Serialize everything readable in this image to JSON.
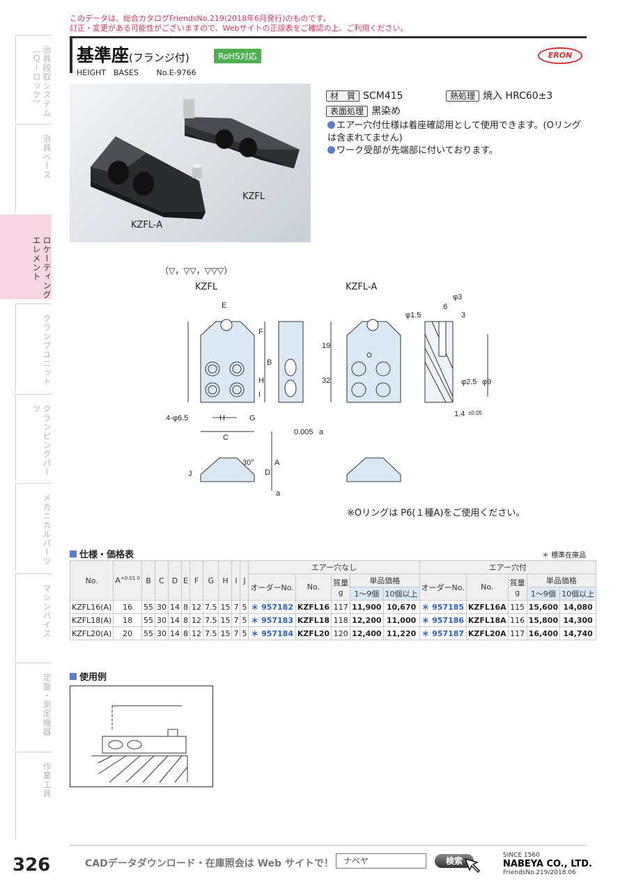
{
  "notice": {
    "line1": "このデータは、総合カタログFriendsNo.219(2018年6月発行)のものです。",
    "line2": "訂正・変更がある可能性がございますので、Webサイトの正誤表をご確認の上、ご利用ください。"
  },
  "sidenav": [
    {
      "label": "治具段取システム（Ｑ－ロック）",
      "active": false
    },
    {
      "label": "治具ベース",
      "active": false
    },
    {
      "label": "ロケーティングエレメント",
      "active": true
    },
    {
      "label": "クランプユニット",
      "active": false
    },
    {
      "label": "クランピングパーツ",
      "active": false
    },
    {
      "label": "メカニカルパーツ",
      "active": false
    },
    {
      "label": "マシンバイス",
      "active": false
    },
    {
      "label": "定盤・測定機器",
      "active": false
    },
    {
      "label": "作業工具",
      "active": false
    }
  ],
  "header": {
    "title": "基準座",
    "title_suffix": "(フランジ付)",
    "rohs": "RoHS対応",
    "subtitle_en": "HEIGHT　BASES",
    "model_no": "No.E-9766",
    "logo": "ERON"
  },
  "photo": {
    "label_a": "KZFL-A",
    "label_b": "KZFL"
  },
  "specs": {
    "material_tag": "材　質",
    "material": "SCM415",
    "heat_tag": "熱処理",
    "heat": "焼入 HRC60±3",
    "surface_tag": "表面処理",
    "surface": "黒染め",
    "bullets": [
      "エアー穴付仕様は着座確認用として使用できます。(Oリングは含まれてません)",
      "ワーク受部が先端部に付いております。"
    ]
  },
  "drawing": {
    "finish": "（▽，▽▽，▽▽▽）",
    "label_kzfl": "KZFL",
    "label_kzfla": "KZFL-A",
    "dims": [
      "E",
      "F",
      "B",
      "H",
      "I",
      "4-φ6.5",
      "H",
      "G",
      "C",
      "A",
      "D",
      "J",
      "30°",
      "19",
      "32",
      "φ3",
      "6",
      "3",
      "φ1.5",
      "φ2.5",
      "φ9",
      "1.4",
      "±0.05",
      "0.005",
      "a",
      "a"
    ],
    "note": "※Oリングは P6(１種A)をご使用ください。"
  },
  "table": {
    "heading": "仕様・価格表",
    "stock_note": "＊ 標準在庫品",
    "group_no_air": "エアー穴なし",
    "group_air": "エアー穴付",
    "headers": {
      "no": "No.",
      "a": "A",
      "tol": "+0.01 0",
      "b": "B",
      "c": "C",
      "d": "D",
      "e": "E",
      "f": "F",
      "g": "G",
      "h": "H",
      "i": "I",
      "j": "J",
      "order": "オーダーNo.",
      "no2": "No.",
      "mass": "質量",
      "mass_unit": "g",
      "unit_price": "単品価格",
      "p1": "1～9個",
      "p10": "10個以上"
    },
    "rows": [
      {
        "no": "KZFL16(A)",
        "a": "16",
        "b": "55",
        "c": "30",
        "d": "14",
        "e": "8",
        "f": "12",
        "g": "7.5",
        "h": "15",
        "i": "7",
        "j": "5",
        "order1": "957182",
        "no1": "KZFL16",
        "mass1": "117",
        "p1a": "11,900",
        "p1b": "10,670",
        "order2": "957185",
        "no2": "KZFL16A",
        "mass2": "115",
        "p2a": "15,600",
        "p2b": "14,080"
      },
      {
        "no": "KZFL18(A)",
        "a": "18",
        "b": "55",
        "c": "30",
        "d": "14",
        "e": "8",
        "f": "12",
        "g": "7.5",
        "h": "15",
        "i": "7",
        "j": "5",
        "order1": "957183",
        "no1": "KZFL18",
        "mass1": "118",
        "p1a": "12,200",
        "p1b": "11,000",
        "order2": "957186",
        "no2": "KZFL18A",
        "mass2": "116",
        "p2a": "15,800",
        "p2b": "14,300"
      },
      {
        "no": "KZFL20(A)",
        "a": "20",
        "b": "55",
        "c": "30",
        "d": "14",
        "e": "8",
        "f": "12",
        "g": "7.5",
        "h": "15",
        "i": "7",
        "j": "5",
        "order1": "957184",
        "no1": "KZFL20",
        "mass1": "120",
        "p1a": "12,400",
        "p1b": "11,220",
        "order2": "957187",
        "no2": "KZFL20A",
        "mass2": "117",
        "p2a": "16,400",
        "p2b": "14,740"
      }
    ]
  },
  "usage": {
    "heading": "使用例"
  },
  "footer": {
    "page": "326",
    "cad_text": "CADデータダウンロード・在庫照会は Web サイトで！",
    "search_value": "ナベヤ",
    "search_button": "検索",
    "since": "SINCE 1560",
    "company": "NABEYA CO., LTD.",
    "edition": "FriendsNo.219/2018.06"
  }
}
